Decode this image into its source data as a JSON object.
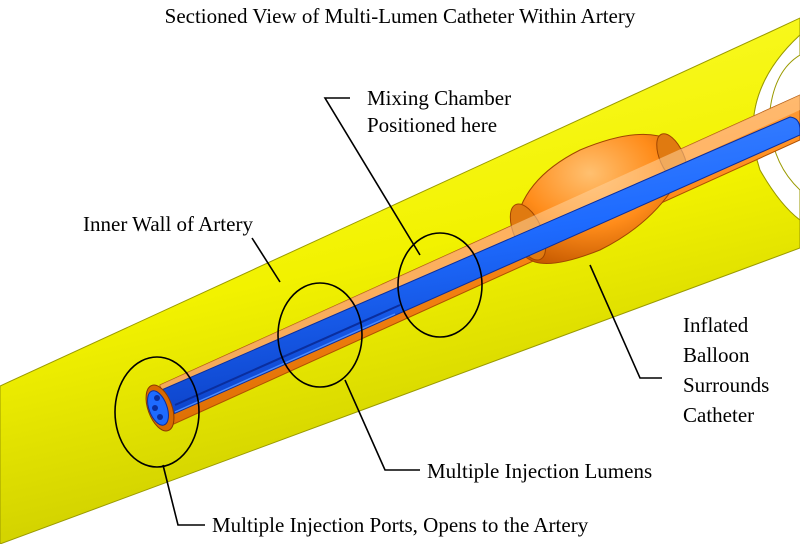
{
  "title": "Sectioned View of Multi-Lumen Catheter Within Artery",
  "labels": {
    "mixing_chamber": [
      "Mixing Chamber",
      "Positioned here"
    ],
    "inner_wall": "Inner Wall of Artery",
    "balloon": [
      "Inflated",
      "Balloon",
      "Surrounds",
      "Catheter"
    ],
    "injection_lumens": "Multiple Injection Lumens",
    "injection_ports": "Multiple Injection Ports, Opens to the Artery"
  },
  "colors": {
    "artery": "#FFFF00",
    "artery_shade": "#B8B800",
    "catheter": "#FF8C1A",
    "catheter_shade": "#C85A00",
    "lumen": "#1E6BFF",
    "lumen_shade": "#0A2E9E"
  }
}
